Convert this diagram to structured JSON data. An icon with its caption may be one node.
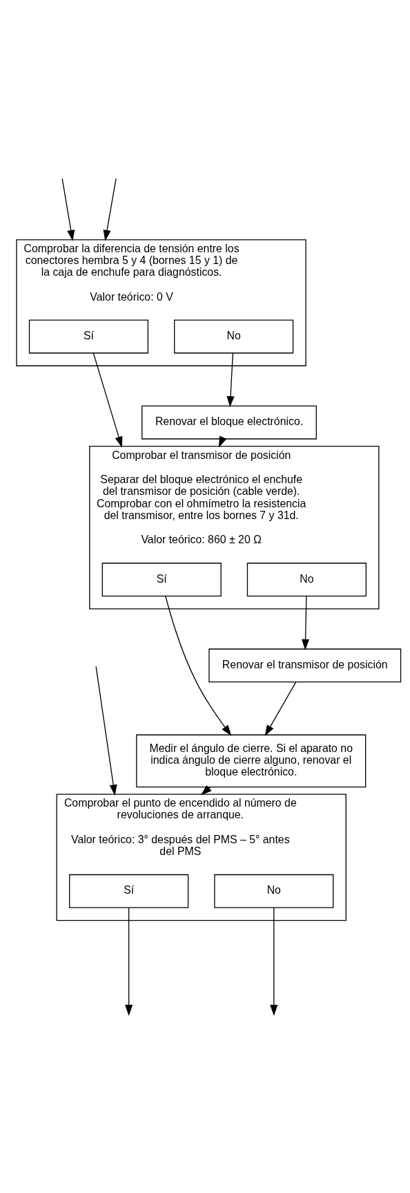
{
  "diagram": {
    "nodes": [
      {
        "text": [
          "Comprobar la diferencia de tensión entre los conectores hembra 5 y 4 (bornes 15 y 1) de la caja de enchufe para diagnósticos.",
          "Valor teórico: 0 V"
        ]
      },
      {
        "text": [
          "Sí"
        ],
        "in": 0
      },
      {
        "text": [
          "No"
        ],
        "in": 0
      },
      {
        "text": [
          "Renovar el bloque electrónico."
        ]
      },
      {
        "text": [
          "Comprobar el transmisor de posición",
          "Separar del bloque electrónico el enchufe del transmisor de posición (cable verde). Comprobar con el ohmímetro la resistencia del transmisor, entre los bornes 7 y 31d.",
          "Valor teórico: 860 ± 20 Ω"
        ]
      },
      {
        "text": [
          "Sí"
        ],
        "in": 4
      },
      {
        "text": [
          "No"
        ],
        "in": 4
      },
      {
        "text": [
          "Renovar el transmisor de posición"
        ]
      },
      {
        "text": [
          "Medir el ángulo de cierre. Si el aparato no indica ángulo de cierre alguno, renovar el bloque electrónico."
        ]
      },
      {
        "text": [
          "Comprobar el punto de encendido al número de revoluciones de arranque.",
          "Valor teórico: 3° después del PMS – 5° antes del PMS"
        ]
      },
      {
        "text": [
          "Sí"
        ],
        "in": 9
      },
      {
        "text": [
          "No"
        ],
        "in": 9
      }
    ],
    "edges": [
      {
        "from": null,
        "to": 0,
        "arrow": "to"
      },
      {
        "from": null,
        "to": 0,
        "arrow": "to"
      },
      {
        "from": null,
        "to": 9,
        "arrow": "to"
      },
      {
        "from": 1,
        "to": 4,
        "arrow": "to"
      },
      {
        "from": 2,
        "to": 3,
        "arrow": "to"
      },
      {
        "from": 3,
        "to": 4,
        "arrow": "to"
      },
      {
        "from": 5,
        "to": 8,
        "arrow": "to"
      },
      {
        "from": 6,
        "to": 7,
        "arrow": "to"
      },
      {
        "from": 7,
        "to": 8,
        "arrow": "to"
      },
      {
        "from": 8,
        "to": 9,
        "arrow": "to"
      },
      {
        "from": 10,
        "to": null,
        "arrow": "to"
      },
      {
        "from": 11,
        "to": null,
        "arrow": "to"
      }
    ]
  }
}
